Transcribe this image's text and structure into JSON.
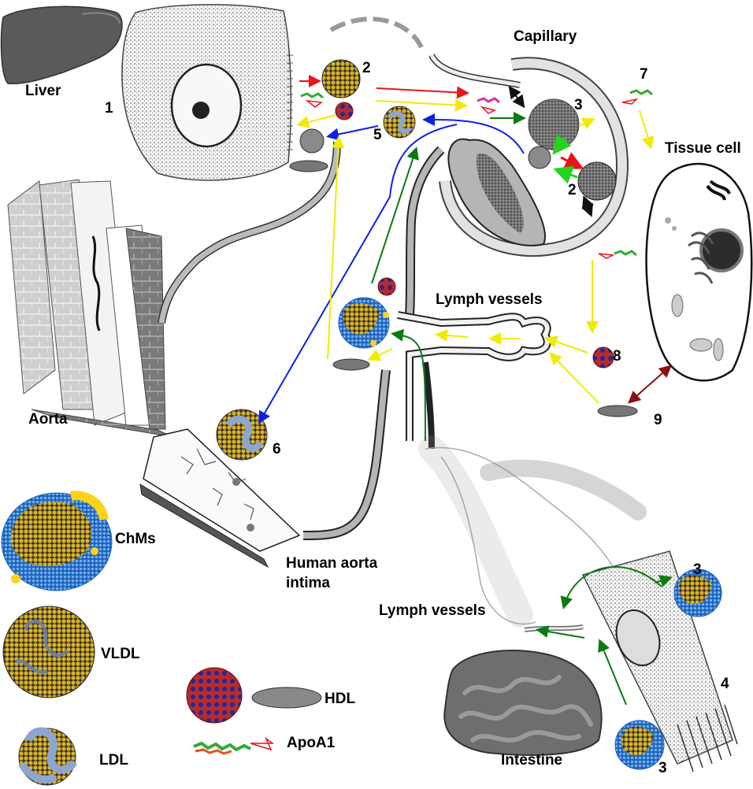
{
  "diagram": {
    "title": "Lipoprotein transport between liver, capillary, tissue cell, lymph vessels, intestine and aorta",
    "organ_labels": {
      "liver": "Liver",
      "capillary": "Capillary",
      "tissue_cell": "Tissue cell",
      "lymph_vessels_upper": "Lymph vessels",
      "lymph_vessels_lower": "Lymph vessels",
      "aorta": "Aorta",
      "human_aorta_intima_line1": "Human aorta",
      "human_aorta_intima_line2": "intima",
      "intestine": "Intestine"
    },
    "step_numbers": {
      "n1": "1",
      "n2_liver": "2",
      "n2_capillary": "2",
      "n3_capillary": "3",
      "n3_intestine_upper": "3",
      "n3_intestine_lower": "3",
      "n4": "4",
      "n5": "5",
      "n6": "6",
      "n7": "7",
      "n8": "8",
      "n9": "9"
    },
    "legend": {
      "chms": "ChMs",
      "vldl": "VLDL",
      "ldl": "LDL",
      "hdl": "HDL",
      "apoa1": "ApoA1"
    },
    "arrow_colors": {
      "red": "#e8141a",
      "yellow": "#f2ea00",
      "blue": "#1020e0",
      "green": "#0a7a12",
      "bright_green": "#22d420",
      "black": "#111111",
      "dark_red": "#8b1010"
    },
    "particle_colors": {
      "vldl_gold": "#d9b22a",
      "ldl_blue": "#8ea5cf",
      "chms_blue": "#2f7fd6",
      "chms_yellow": "#ffd21a",
      "hdl_red": "#b52a2a",
      "hdl_navy": "#23259a",
      "hdl_disc_gray": "#777777",
      "organ_gray": "#5a5a5a",
      "vessel_gray": "#b5b5b5"
    }
  }
}
